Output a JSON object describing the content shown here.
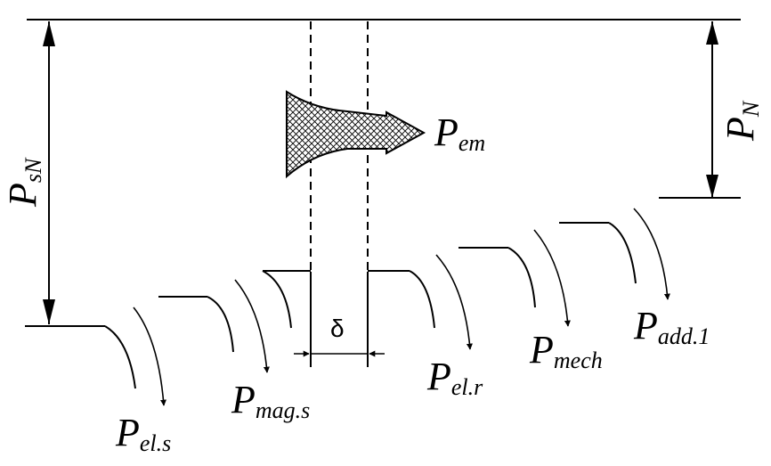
{
  "labels": {
    "p_sn": {
      "main": "P",
      "sub": "sN"
    },
    "p_n": {
      "main": "P",
      "sub": "N"
    },
    "p_em": {
      "main": "P",
      "sub": "em"
    },
    "p_el_s": {
      "main": "P",
      "sub": "el.s"
    },
    "p_mag_s": {
      "main": "P",
      "sub": "mag.s"
    },
    "p_el_r": {
      "main": "P",
      "sub": "el.r"
    },
    "p_mech": {
      "main": "P",
      "sub": "mech"
    },
    "p_add1": {
      "main": "P",
      "sub": "add.1"
    },
    "air_gap": "δ"
  }
}
